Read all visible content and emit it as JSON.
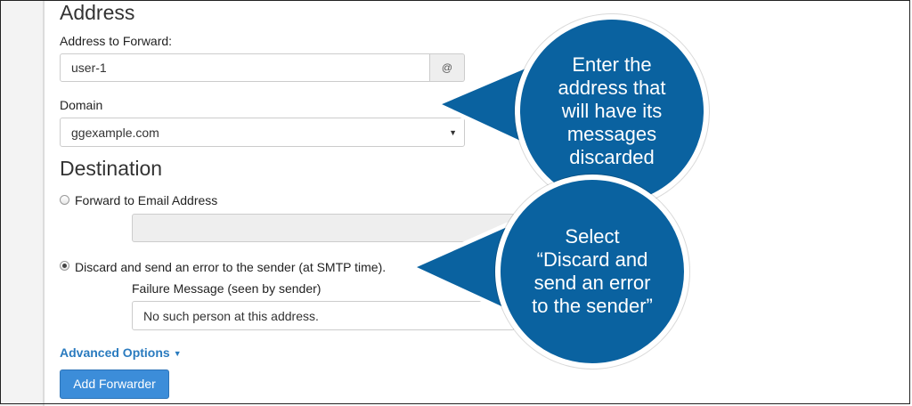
{
  "address": {
    "section_title": "Address",
    "forward_label": "Address to Forward:",
    "forward_value": "user-1",
    "at_symbol": "@",
    "domain_label": "Domain",
    "domain_value": "ggexample.com"
  },
  "destination": {
    "section_title": "Destination",
    "forward_email_label": "Forward to Email Address",
    "forward_email_value": "",
    "discard_label": "Discard and send an error to the sender (at SMTP time).",
    "failure_label": "Failure Message (seen by sender)",
    "failure_value": "No such person at this address.",
    "selected_option": "discard"
  },
  "advanced_options_label": "Advanced Options",
  "add_button_label": "Add Forwarder",
  "callouts": [
    {
      "text": "Enter the\naddress that\nwill have its\nmessages\ndiscarded"
    },
    {
      "text": "Select\n“Discard and\nsend an error\nto the sender”"
    }
  ],
  "colors": {
    "callout": "#0a62a0",
    "link": "#2a7bbf",
    "button": "#3c8dd9"
  }
}
